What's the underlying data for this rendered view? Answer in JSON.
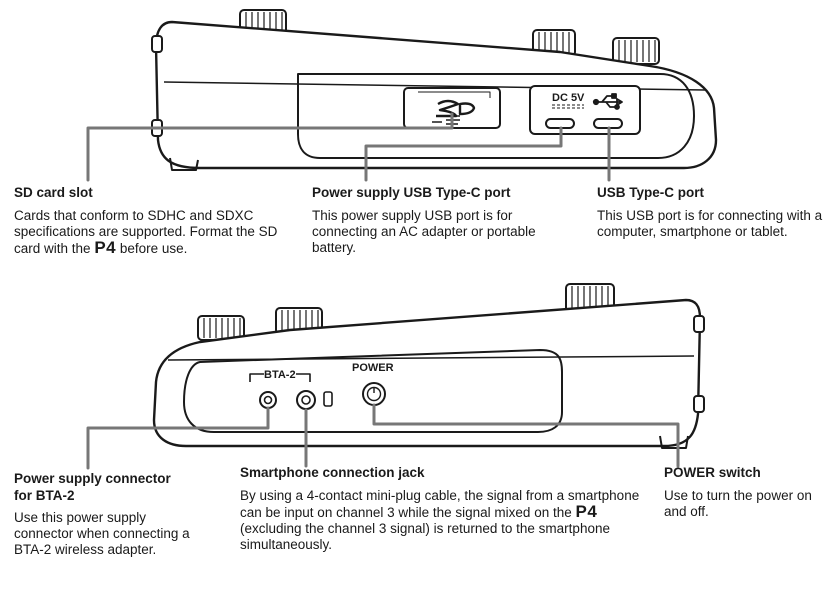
{
  "model_name": "P4",
  "device_labels": {
    "dc_5v": "DC 5V",
    "bta2": "BTA-2",
    "power": "POWER"
  },
  "callouts": {
    "sd_card_slot": {
      "title": "SD card slot",
      "desc1": "Cards that conform to SDHC and SDXC specifications are supported. Format the SD card with the",
      "desc2": "before use."
    },
    "power_supply_usb_c": {
      "title": "Power supply USB Type-C port",
      "desc": "This power supply USB port is for connecting an AC adapter or portable battery."
    },
    "usb_c_port": {
      "title": "USB Type-C port",
      "desc": "This USB port is for connecting with a computer, smartphone or tablet."
    },
    "bta2_connector": {
      "title_line1": "Power supply connector",
      "title_line2": "for BTA-2",
      "desc": "Use this power supply connector when connecting a BTA-2 wireless adapter."
    },
    "smartphone_jack": {
      "title": "Smartphone connection jack",
      "desc1": "By using a 4-contact mini-plug cable, the signal from a smartphone can be input on channel 3 while the signal mixed on the",
      "desc2": "(excluding the channel 3 signal) is returned to the smartphone simultaneously."
    },
    "power_switch": {
      "title": "POWER switch",
      "desc": "Use to turn the power on and off."
    }
  }
}
